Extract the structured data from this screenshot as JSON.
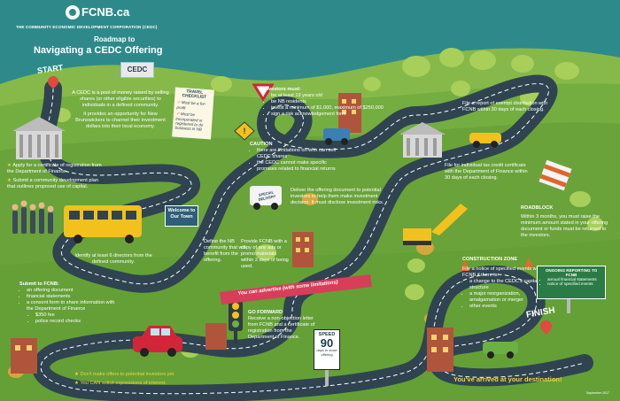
{
  "header": {
    "brand": "FCNB.ca",
    "corporation": "THE COMMUNITY ECONOMIC DEVELOPMENT CORPORATION (CEDC)",
    "subtitle": "Roadmap to",
    "title": "Navigating a CEDC Offering"
  },
  "start_pin": "START",
  "cedc_sign": "CEDC",
  "intro": {
    "p1": "A CEDC is a pool of money raised by selling shares (or other eligible securities) to individuals in a defined community.",
    "p2": "It provides an opportunity for New Brunswickers to channel their investment dollars into their local economy."
  },
  "travel_checklist": {
    "title": "TRAVEL CHECKLIST",
    "items": [
      "Must be a for-profit",
      "Must be incorporated or registered to do business in NB"
    ]
  },
  "apply_steps": [
    "Apply for a certificate of registration from the Department of Finance.",
    "Submit a community development plan that outlines proposed use of capital."
  ],
  "welcome_sign": "Welcome to Our Town",
  "define_community": "Define the NB community that will benefit from the offering.",
  "identify_directors": "Identify at least 6 directors from the defined community.",
  "submit_fcnb": {
    "title": "Submit to FCNB:",
    "items": [
      "an offering document",
      "financial statements",
      "a consent form to share information with the Department of Finance",
      "$350 fee",
      "police record checks"
    ]
  },
  "dont_offers": "Don't make offers to potential investors yet.",
  "can_solicit": "You CAN solicit expressions of interest.",
  "investors": {
    "title": "Investors must:",
    "items": [
      "be at least 19 years old",
      "be NB residents",
      "invest a minimum of $1,000, maximum of $250,000",
      "sign a risk acknowledgement form"
    ]
  },
  "caution": {
    "title": "CAUTION",
    "items": [
      "there are limitations on who can sell CEDC shares",
      "the CEDC cannot make specific promises related to financial returns"
    ]
  },
  "special_delivery": "SPECIAL DELIVERY",
  "deliver_doc": "Deliver the offering document to potential investors to help them make investment decision. It must disclose investment risks.",
  "provide_copy": "Provide FCNB with a copy of any ads or promo materials within 2 days of being used.",
  "advertise_banner": "You can advertise (with some limitations)",
  "go_forward": {
    "title": "GO FORWARD",
    "body": "Receive a non-objection letter from FCNB and a certificate of registration from the Department of Finance."
  },
  "speed_sign": {
    "label": "SPEED",
    "number": "90",
    "caption": "days to close offering"
  },
  "file_report": "File a report of exempt distribution with FCNB within 30 days of each closing.",
  "file_tax": "File for individual tax credit certificate with the Department of Finance within 30 days of each closing.",
  "roadblock": {
    "title": "ROADBLOCK",
    "body": "Within 3 months, you must raise the minimum amount stated in your offering document or funds must be returned to the investors."
  },
  "construction": {
    "title": "CONSTRUCTION ZONE",
    "intro": "File a notice of specified events with FCNB if there is:",
    "items": [
      "a change to the CEDC's capital structure",
      "a major reorganization, amalgamation or merger",
      "other events"
    ]
  },
  "ongoing": {
    "title": "ONGOING REPORTING TO FCNB",
    "items": [
      "annual financial statements",
      "notice of specified events"
    ]
  },
  "finish_pin": "FINISH",
  "arrived": "You've arrived at your destination!",
  "footnote": "September 2017",
  "colors": {
    "grass": "#6fa63b",
    "sky": "#2e8a8a",
    "road": "#2f4450",
    "accent_yellow": "#f7d23b",
    "pin_red": "#e04a3f"
  }
}
